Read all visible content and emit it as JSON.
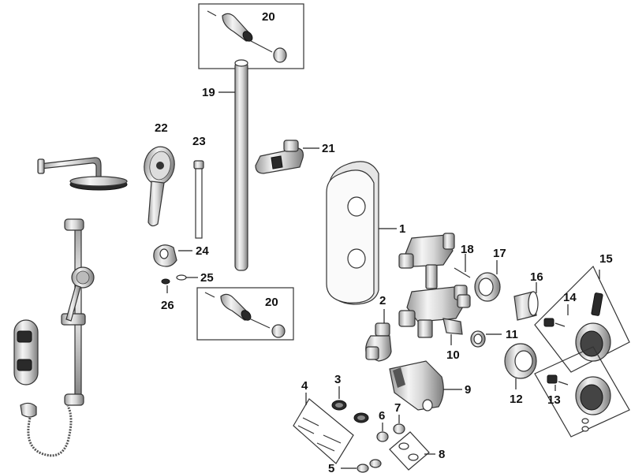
{
  "labels": {
    "p1": "1",
    "p2": "2",
    "p3": "3",
    "p4": "4",
    "p5": "5",
    "p6": "6",
    "p7": "7",
    "p8": "8",
    "p9": "9",
    "p10": "10",
    "p11": "11",
    "p12": "12",
    "p13": "13",
    "p14": "14",
    "p15": "15",
    "p16": "16",
    "p17": "17",
    "p18": "18",
    "p19": "19",
    "p20a": "20",
    "p20b": "20",
    "p21": "21",
    "p22": "22",
    "p23": "23",
    "p24": "24",
    "p25": "25",
    "p26": "26"
  }
}
